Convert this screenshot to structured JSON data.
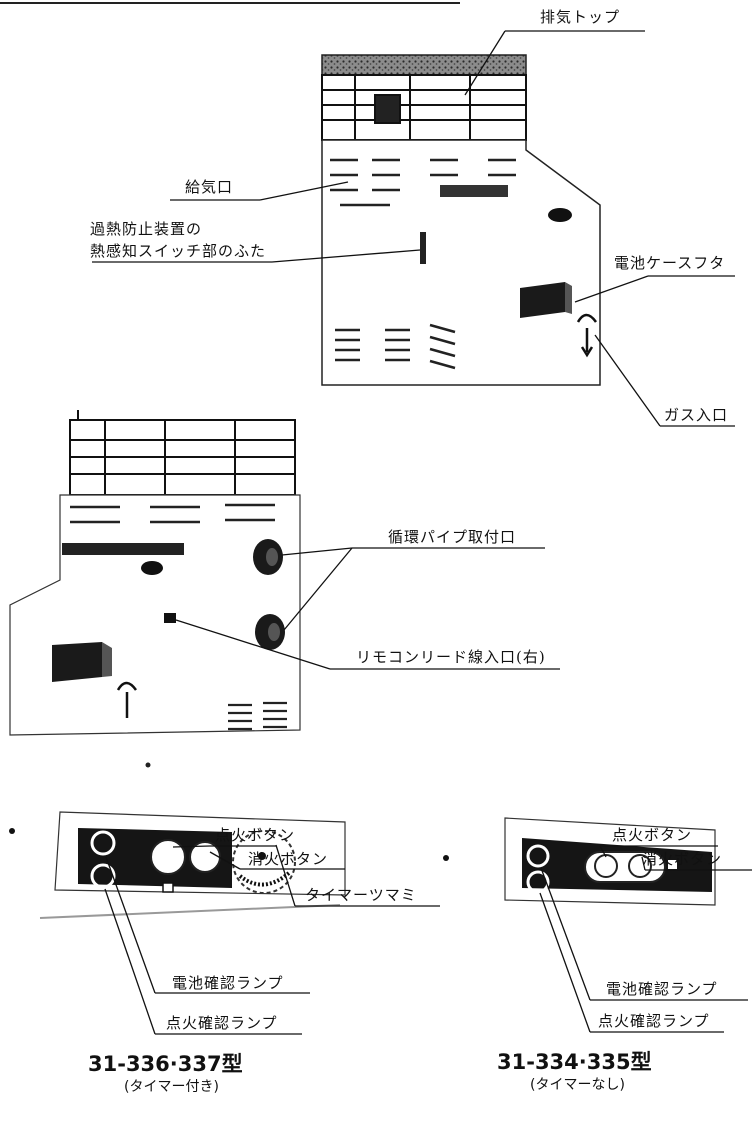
{
  "labels": {
    "exhaust_top": "排気トップ",
    "air_intake": "給気口",
    "overheat_cover_1": "過熱防止装置の",
    "overheat_cover_2": "熱感知スイッチ部のふた",
    "battery_cover": "電池ケースフタ",
    "gas_inlet": "ガス入口",
    "pipe_port": "循環パイプ取付口",
    "remote_lead": "リモコンリード線入口(右)"
  },
  "panel_left": {
    "ignition_button": "点火ボタン",
    "extinguish_button": "消火ボタン",
    "timer_knob": "タイマーツマミ",
    "battery_lamp": "電池確認ランプ",
    "ignition_lamp": "点火確認ランプ",
    "model": "31-336·337型",
    "note": "(タイマー付き)"
  },
  "panel_right": {
    "ignition_button": "点火ボタン",
    "extinguish_button": "消火ボタン",
    "battery_lamp": "電池確認ランプ",
    "ignition_lamp": "点火確認ランプ",
    "model": "31-334·335型",
    "note": "(タイマーなし)"
  }
}
